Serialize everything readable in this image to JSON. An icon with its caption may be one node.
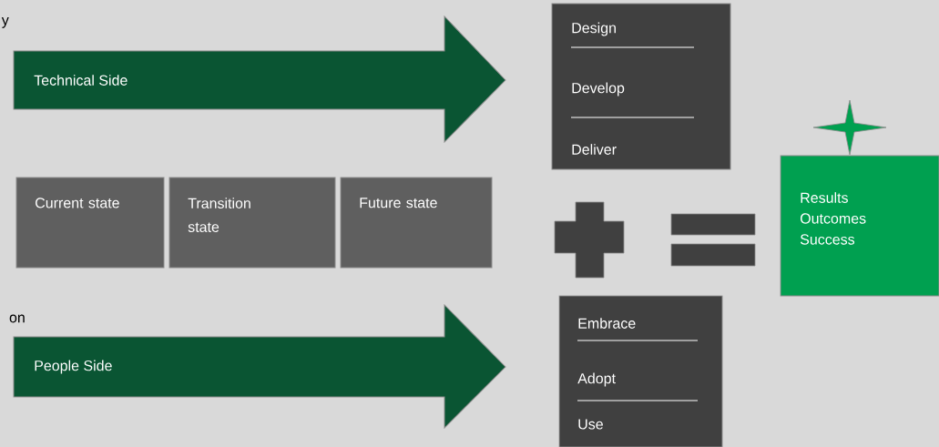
{
  "diagram": {
    "nodes": [
      {
        "text": [
          "Technical Side"
        ]
      },
      {
        "text": [
          "Design",
          "Develop",
          "Deliver"
        ]
      },
      {
        "text": [
          "Current state"
        ]
      },
      {
        "text": [
          "Transition state"
        ]
      },
      {
        "text": [
          "Future state"
        ]
      },
      {
        "text": [
          "Results",
          "Outcomes",
          "Success"
        ]
      },
      {
        "text": [
          "People Side"
        ]
      },
      {
        "text": [
          "Embrace",
          "Adopt",
          "Use"
        ]
      }
    ],
    "labels": [
      "y",
      "on"
    ]
  }
}
